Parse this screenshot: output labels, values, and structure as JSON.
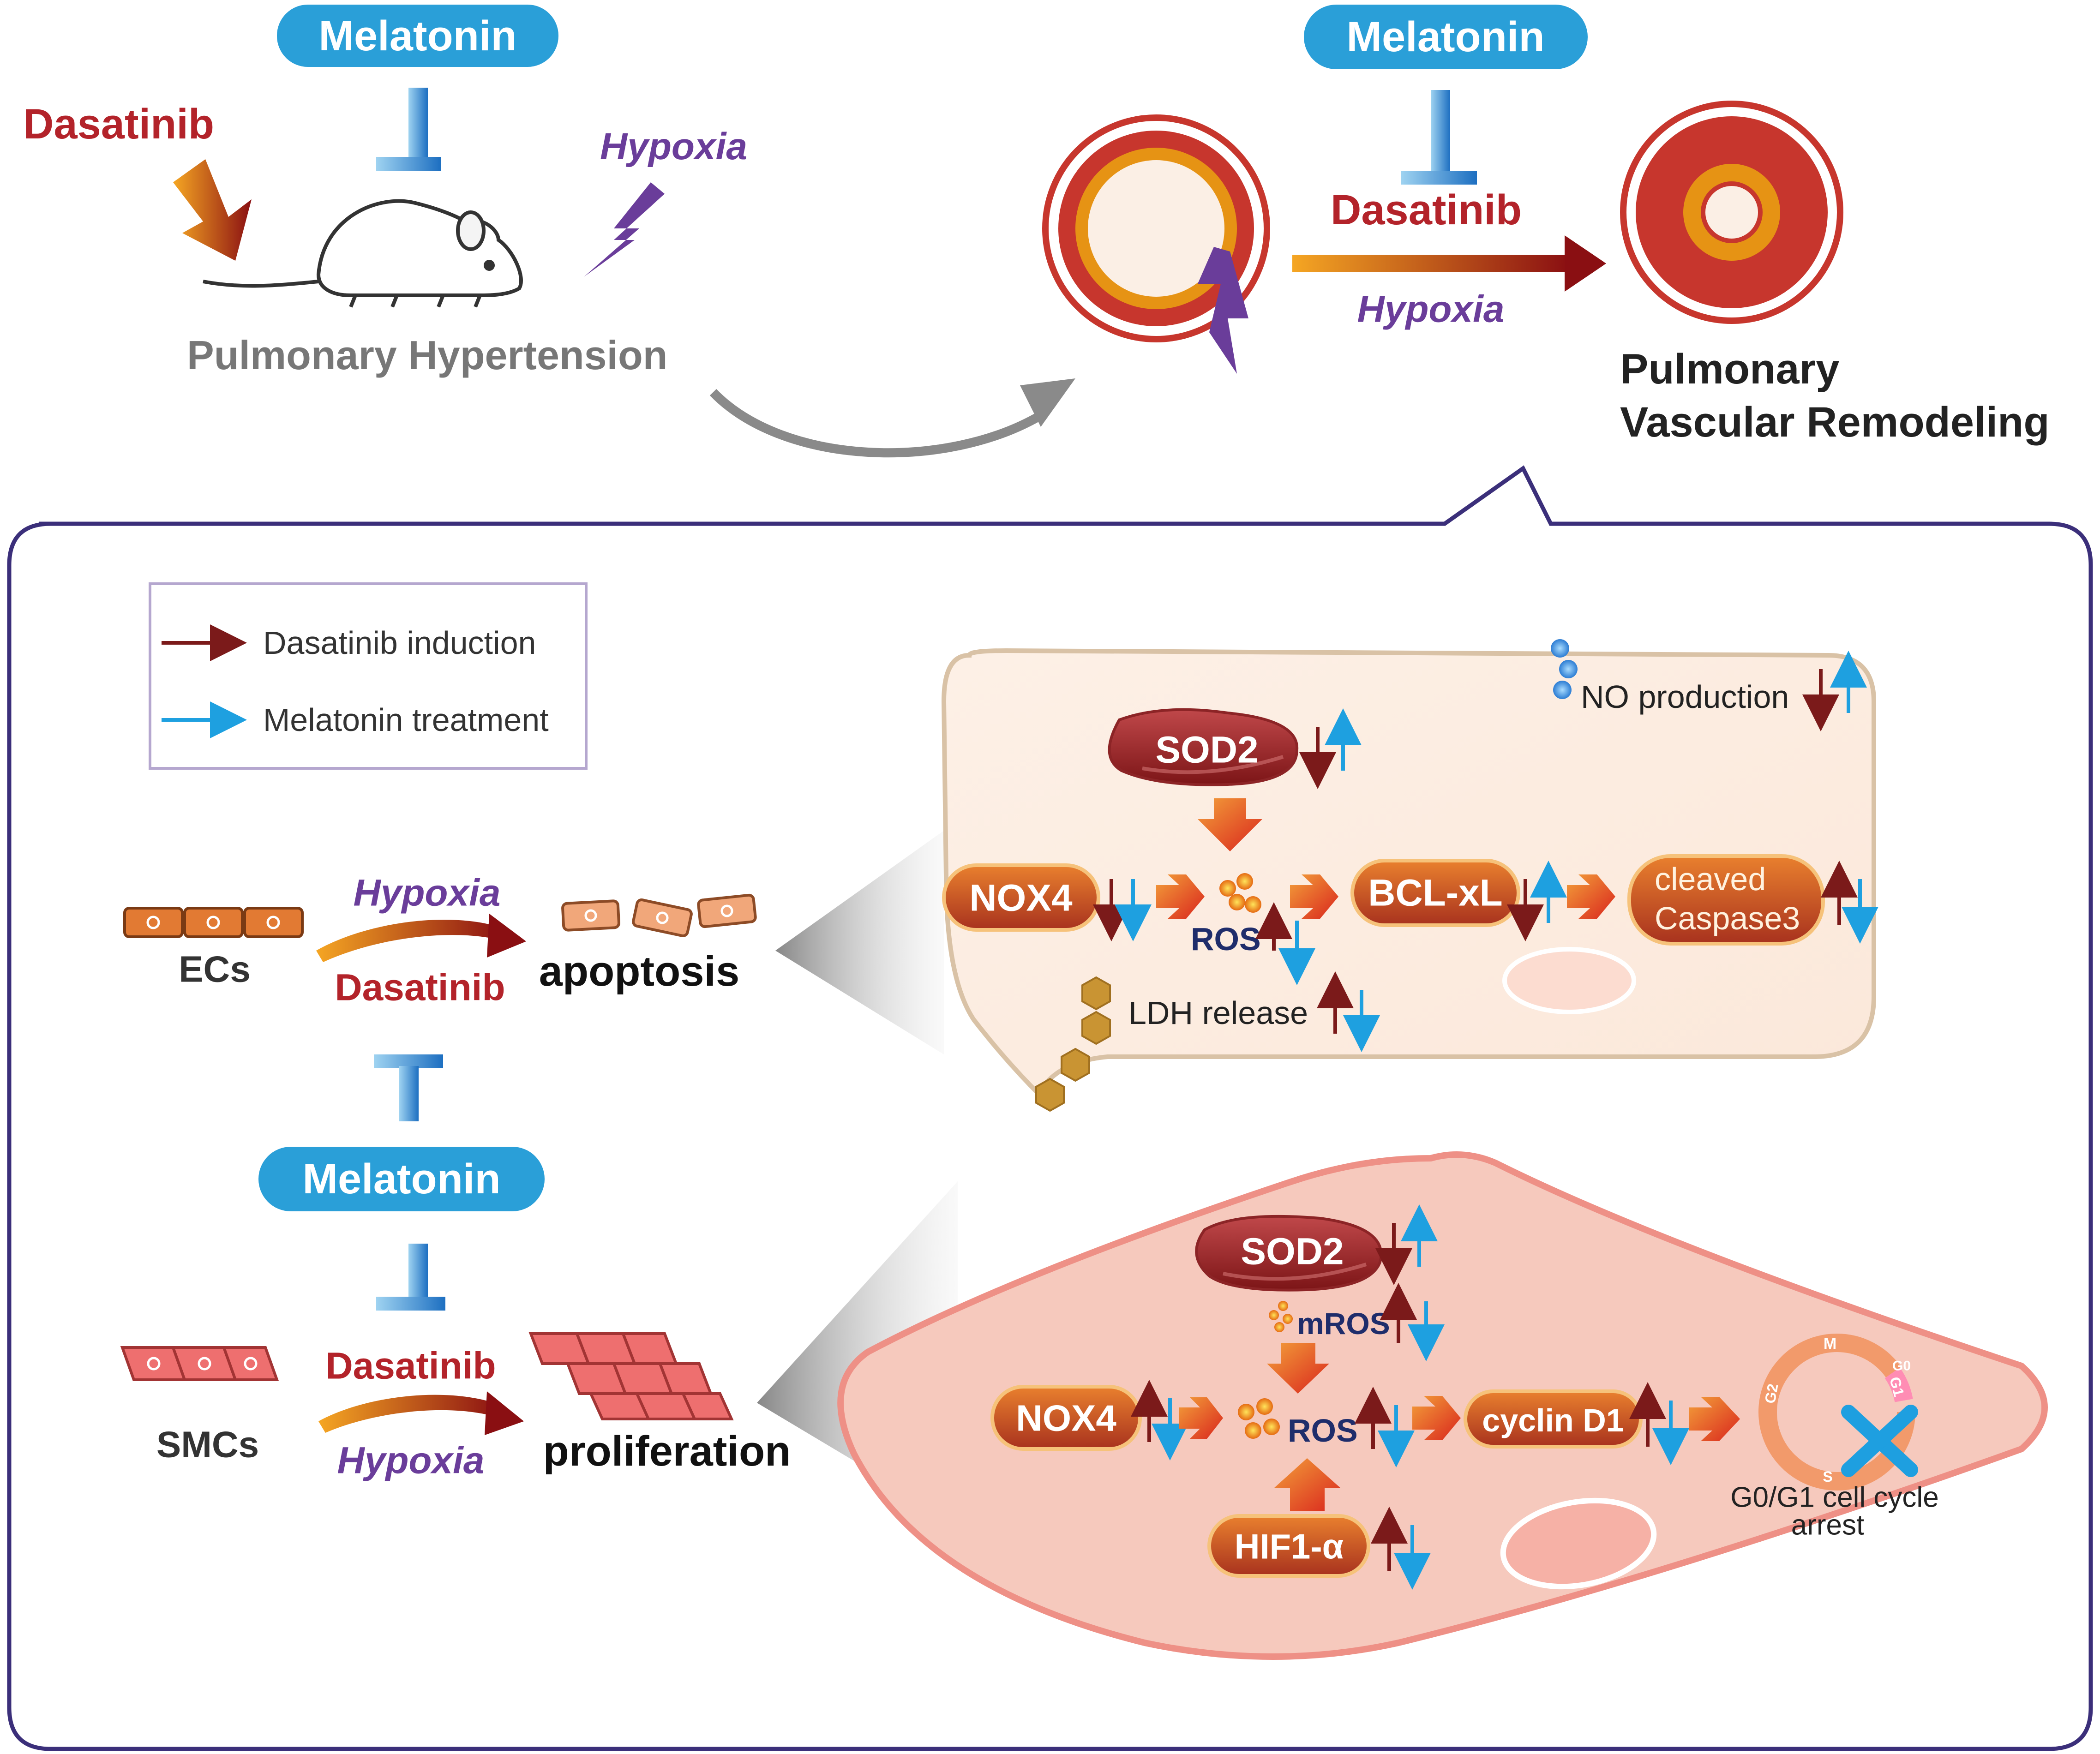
{
  "top": {
    "melatonin_label": "Melatonin",
    "dasatinib_label": "Dasatinib",
    "hypoxia_label": "Hypoxia",
    "ph_label": "Pulmonary Hypertension",
    "remodel_title_line1": "Pulmonary",
    "remodel_title_line2": "Vascular Remodeling"
  },
  "legend": {
    "dasatinib": "Dasatinib induction",
    "melatonin": "Melatonin treatment"
  },
  "ec_row": {
    "cells_label": "ECs",
    "hypoxia_label": "Hypoxia",
    "dasatinib_label": "Dasatinib",
    "outcome_label": "apoptosis"
  },
  "smc_row": {
    "melatonin_label": "Melatonin",
    "cells_label": "SMCs",
    "dasatinib_label": "Dasatinib",
    "hypoxia_label": "Hypoxia",
    "outcome_label": "proliferation"
  },
  "ec_cell": {
    "no_label": "NO production",
    "sod2": "SOD2",
    "nox4": "NOX4",
    "ros": "ROS",
    "bcl": "BCL-xL",
    "casp_line1": "cleaved",
    "casp_line2": "Caspase3",
    "ldh": "LDH release"
  },
  "smc_cell": {
    "sod2": "SOD2",
    "mros": "mROS",
    "nox4": "NOX4",
    "ros": "ROS",
    "cyclin": "cyclin D1",
    "hif": "HIF1-α",
    "cycle_m": "M",
    "cycle_g0": "G0",
    "cycle_g1": "G1",
    "cycle_g2": "G2",
    "cycle_s": "S",
    "arrest_line1": "G0/G1 cell cycle",
    "arrest_line2": "arrest"
  },
  "colors": {
    "melatonin_blue": "#2a9fd8",
    "dasatinib_red": "#b3232a",
    "hypoxia_purple": "#6a3d9a",
    "dark_red_arrow": "#7b1a1a",
    "light_blue_arrow": "#1ea0e0"
  }
}
